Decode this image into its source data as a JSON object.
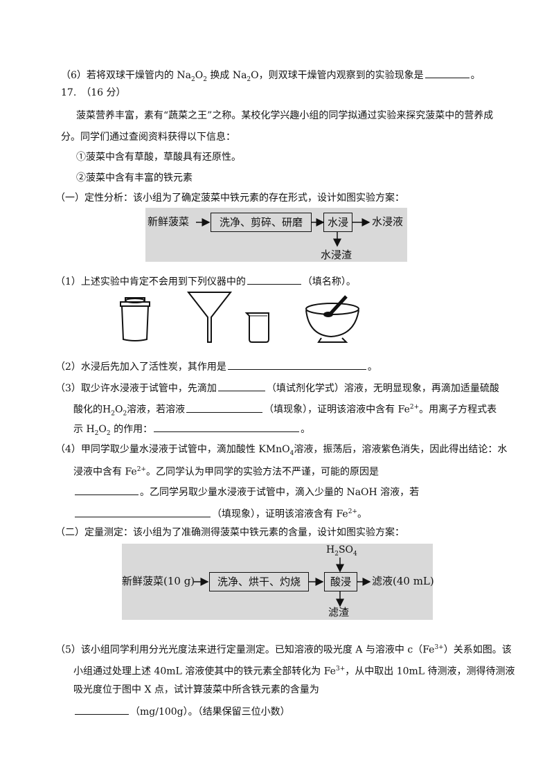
{
  "q16_6": {
    "num": "（6）",
    "pre": "若将双球干燥管内的 Na",
    "sub1": "2",
    "mid1": "O",
    "sub2": "2",
    "mid2": " 换成 Na",
    "sub3": "2",
    "mid3": "O，则双球干燥管内观察到的实验现象是",
    "post": "。"
  },
  "q17": {
    "header": "17.　（16 分）",
    "intro1": "菠菜营养丰富，素有“蔬菜之王”之称。某校化学兴趣小组的同学拟通过实验来探究菠菜中的营养成",
    "intro2": "分。同学们通过查阅资料获得以下信息：",
    "info1": "①菠菜中含有草酸，草酸具有还原性。",
    "info2": "②菠菜中含有丰富的铁元素",
    "part1": "（一）定性分析：该小组为了确定菠菜中铁元素的存在形式，设计如图实验方案：",
    "flow1": {
      "start": "新鲜菠菜",
      "step1": "洗净、剪碎、研磨",
      "step2": "水浸",
      "out": "水浸液",
      "residue": "水浸渣"
    },
    "q1": {
      "pre": "（1）上述实验中肯定不会用到下列仪器中的",
      "post": "（填名称）。"
    },
    "apparatus": [
      "crucible-icon",
      "funnel-icon",
      "beaker-icon",
      "mortar-pestle-icon"
    ],
    "q2": {
      "pre": "（2）水浸后先加入了活性炭，其作用是",
      "post": "。"
    },
    "q3": {
      "l1_pre": "（3）取少许水浸液于试管中，先滴加",
      "l1_mid": "（填试剂化学式）溶液，无明显现象，再滴加适量硫酸",
      "l2_pre": "酸化的H",
      "l2_sub1": "2",
      "l2_mid1": "O",
      "l2_sub2": "2",
      "l2_mid2": "溶液，若溶液",
      "l2_mid3": "（填现象），证明该溶液中含有 Fe",
      "l2_sup": "2+",
      "l2_post": "。用离子方程式表",
      "l3_pre": "示 H",
      "l3_sub1": "2",
      "l3_mid": "O",
      "l3_sub2": "2",
      "l3_mid2": " 的作用：",
      "l3_post": "。"
    },
    "q4": {
      "l1_pre": "（4）甲同学取少量水浸液于试管中，滴加酸性 KMnO",
      "l1_sub": "4",
      "l1_post": "溶液，振荡后，溶液紫色消失，因此得出结论：水",
      "l2_pre": "浸液中含有 Fe",
      "l2_sup": "2+",
      "l2_post": "。乙同学认为甲同学的实验方法不严谨，可能的原因是",
      "l3_post": "。乙同学另取少量水浸液于试管中，滴入少量的 NaOH 溶液，若",
      "l4_mid": "（填现象），证明该溶液含有 Fe",
      "l4_sup": "2+",
      "l4_post": "。"
    },
    "part2": "（二）定量测定：该小组为了准确测得菠菜中铁元素的含量，设计如图实验方案：",
    "flow2": {
      "start": "新鲜菠菜(10 g)",
      "step1": "洗净、烘干、灼烧",
      "step2": "酸浸",
      "out": "滤液(40 mL)",
      "reagent_pre": "H",
      "reagent_sub1": "2",
      "reagent_mid": "SO",
      "reagent_sub2": "4",
      "residue": "滤渣"
    },
    "q5": {
      "l1_pre": "（5）该小组同学利用分光光度法来进行定量测定。已知溶液的吸光度 A 与溶液中 c（Fe",
      "l1_sup": "3+",
      "l1_post": "）关系如图。该",
      "l2_pre": "小组通过处理上述 40mL 溶液使其中的铁元素全部转化为 Fe",
      "l2_sup": "3+",
      "l2_post": "，从中取出 10mL 待测液，测得待测液",
      "l3": "吸光度位于图中 X 点，试计算菠菜中所含铁元素的含量为",
      "l4_post": "（mg/100g）。（结果保留三位小数）"
    }
  }
}
